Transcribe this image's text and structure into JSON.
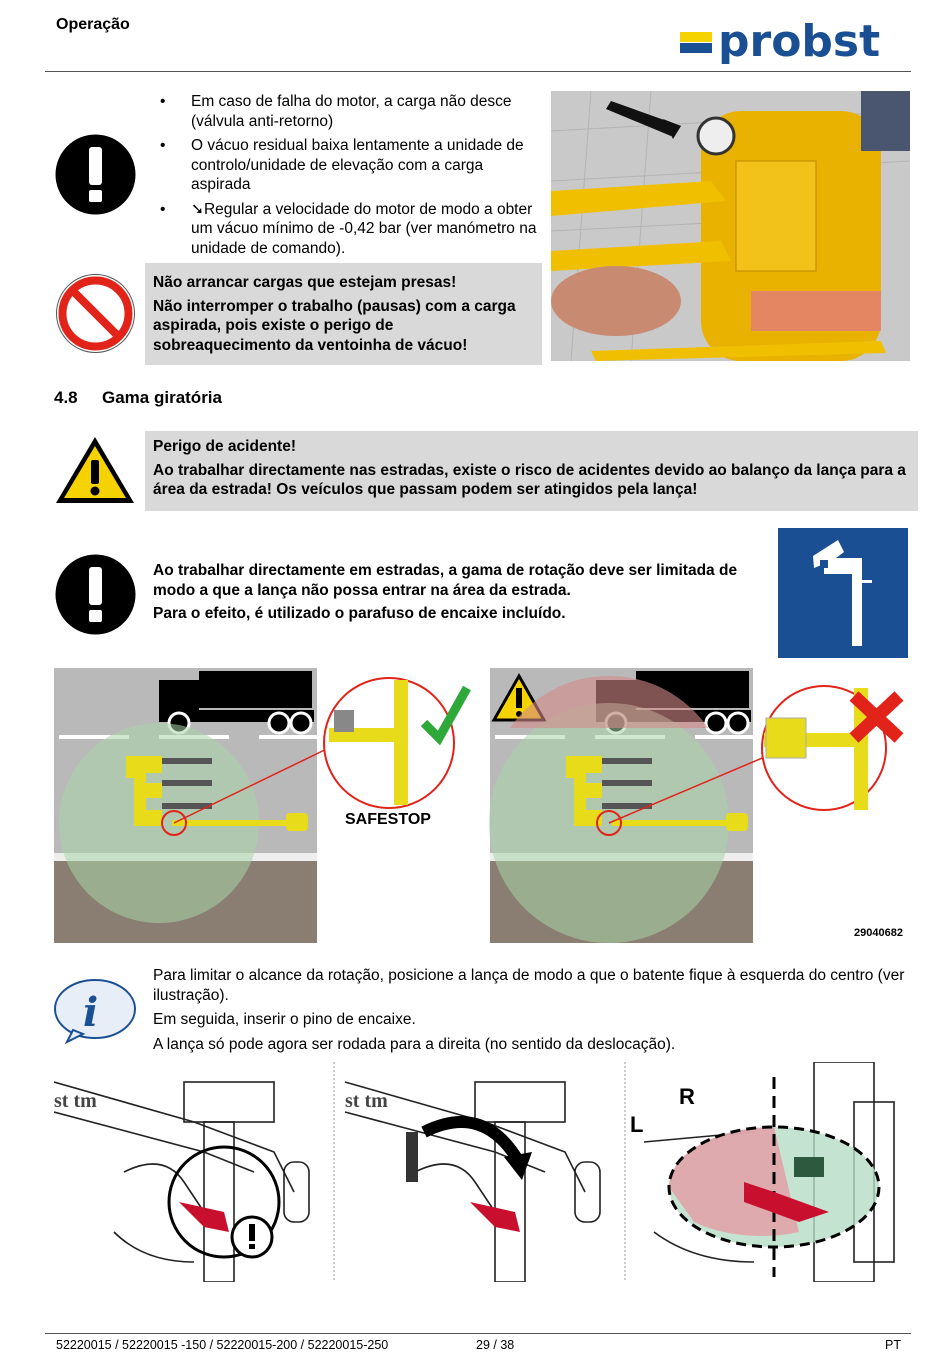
{
  "header": {
    "section_label": "Operação",
    "brand": "probst"
  },
  "bullets": [
    "Em caso de falha do motor, a carga não desce (válvula anti-retorno)",
    "O vácuo residual baixa lentamente a unidade de controlo/unidade de elevação com a carga aspirada",
    "➘Regular a velocidade do motor de modo a obter um vácuo mínimo de -0,42 bar (ver manómetro na unidade de comando)."
  ],
  "warning_box_1": [
    "Não arrancar cargas que estejam presas!",
    "Não interromper o trabalho (pausas) com a carga aspirada, pois existe o perigo de sobreaquecimento da ventoinha de vácuo!"
  ],
  "section": {
    "number": "4.8",
    "title": "Gama giratória"
  },
  "warning_box_2": [
    "Perigo de acidente!",
    "Ao trabalhar directamente nas estradas, existe o risco de acidentes devido ao balanço da lança para a área da estrada! Os veículos que passam podem ser atingidos pela lança!"
  ],
  "note_bold": [
    "Ao trabalhar directamente em estradas, a gama de rotação deve ser limitada de modo a que a lança não possa entrar na área da estrada.",
    "Para o efeito, é utilizado o parafuso de encaixe incluído."
  ],
  "diagram": {
    "safestop_label": "SAFESTOP",
    "figure_number": "29040682"
  },
  "info": [
    "Para limitar o alcance da rotação, posicione a lança de modo a que o batente fique à esquerda do centro (ver ilustração).",
    "Em seguida, inserir o pino de encaixe.",
    "A lança só pode agora ser rodada para a direita (no sentido da deslocação)."
  ],
  "illustration": {
    "label_r": "R",
    "label_l": "L"
  },
  "footer": {
    "models": "52220015 / 52220015 -150 / 52220015-200 / 52220015-250",
    "page": "29 / 38",
    "lang": "PT"
  },
  "colors": {
    "brand_blue": "#1b4f93",
    "brand_yellow": "#f5d300",
    "gray_box": "#d9d9d9"
  }
}
